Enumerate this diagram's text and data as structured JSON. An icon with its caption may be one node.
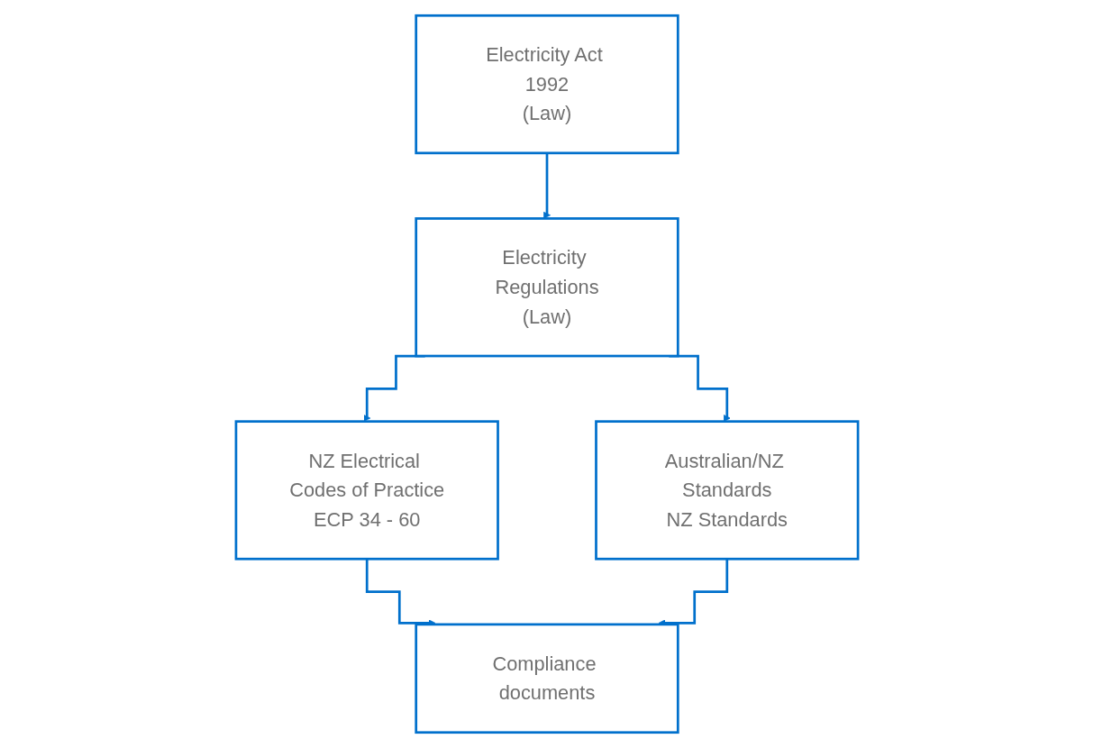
{
  "diagram": {
    "nodes": [
      {
        "text": [
          "Electricity Act 1992",
          "(Law)"
        ]
      },
      {
        "text": [
          "Electricity Regulations",
          "(Law)"
        ]
      },
      {
        "text": [
          "NZ Electrical Codes of Practice",
          "ECP 34 - 60"
        ]
      },
      {
        "text": [
          "Australian/NZ Standards",
          "NZ Standards"
        ]
      },
      {
        "text": [
          "Compliance documents"
        ]
      }
    ],
    "edges": [
      {
        "from": 0,
        "to": 1,
        "arrow": "to"
      },
      {
        "from": 1,
        "to": 2,
        "arrow": "to"
      },
      {
        "from": 1,
        "to": 3,
        "arrow": "to"
      },
      {
        "from": 2,
        "to": 4,
        "arrow": "to"
      },
      {
        "from": 3,
        "to": 4,
        "arrow": "to"
      }
    ]
  }
}
